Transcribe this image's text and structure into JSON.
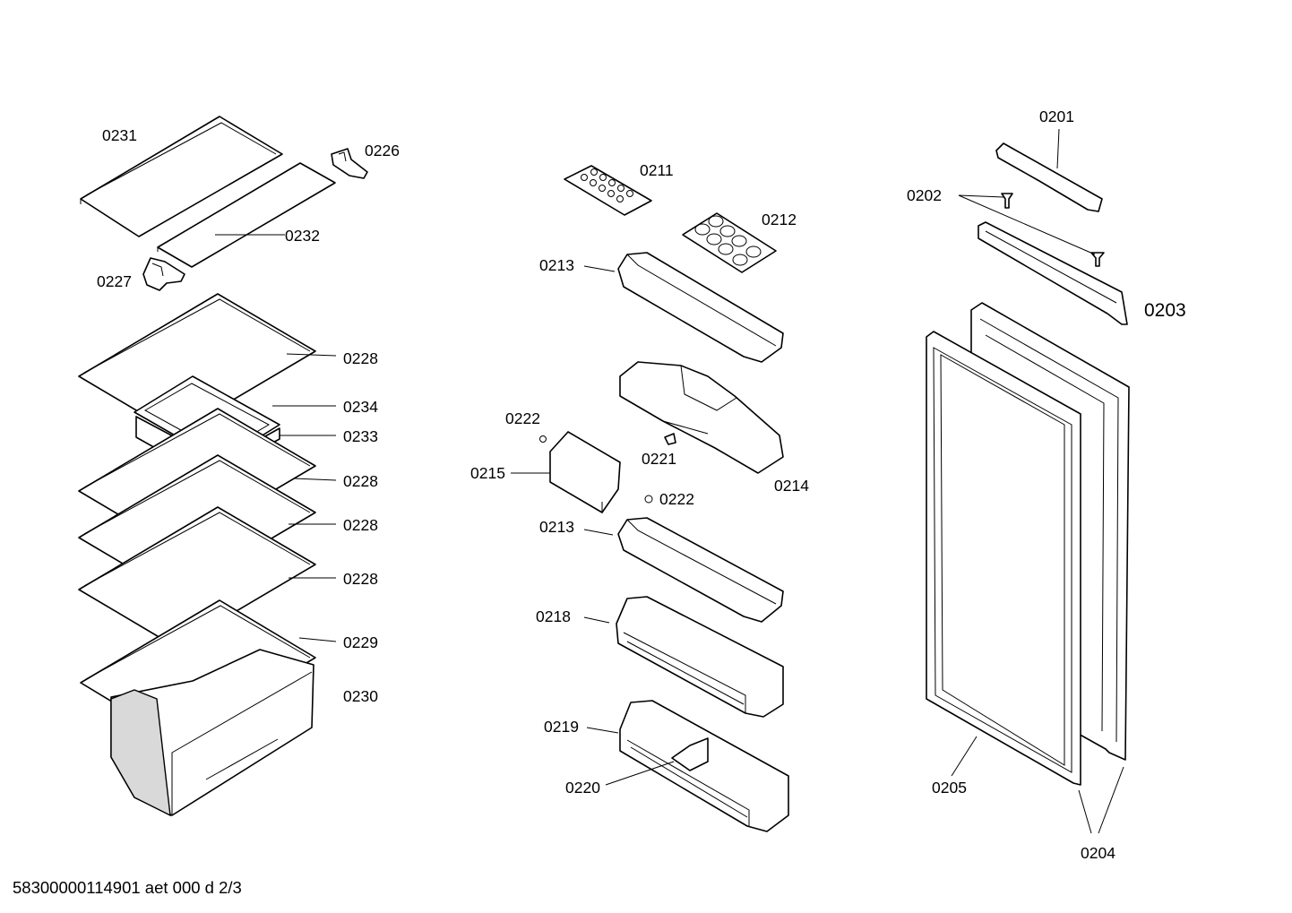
{
  "footer": "58300000114901 aet 000 d 2/3",
  "labels": {
    "p0231": "0231",
    "p0226": "0226",
    "p0232": "0232",
    "p0227": "0227",
    "p0228a": "0228",
    "p0234": "0234",
    "p0233": "0233",
    "p0228b": "0228",
    "p0228c": "0228",
    "p0228d": "0228",
    "p0229": "0229",
    "p0230": "0230",
    "p0211": "0211",
    "p0212": "0212",
    "p0213a": "0213",
    "p0222a": "0222",
    "p0221": "0221",
    "p0214": "0214",
    "p0215": "0215",
    "p0222b": "0222",
    "p0213b": "0213",
    "p0218": "0218",
    "p0219": "0219",
    "p0220": "0220",
    "p0201": "0201",
    "p0202": "0202",
    "p0203": "0203",
    "p0205": "0205",
    "p0204": "0204"
  }
}
